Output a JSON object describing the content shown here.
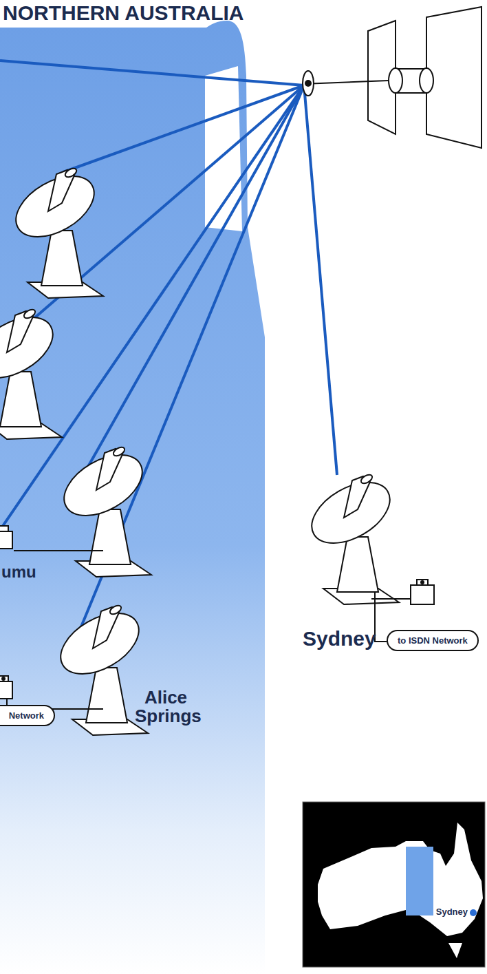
{
  "diagram": {
    "title": "NORTHERN AUSTRALIA",
    "nodes": [
      {
        "text": [
          "to ISDN Network"
        ]
      },
      {
        "text": [
          "Network"
        ]
      }
    ],
    "labels": [
      "umu",
      "Sydney",
      "Alice Springs",
      "Sydney"
    ]
  }
}
